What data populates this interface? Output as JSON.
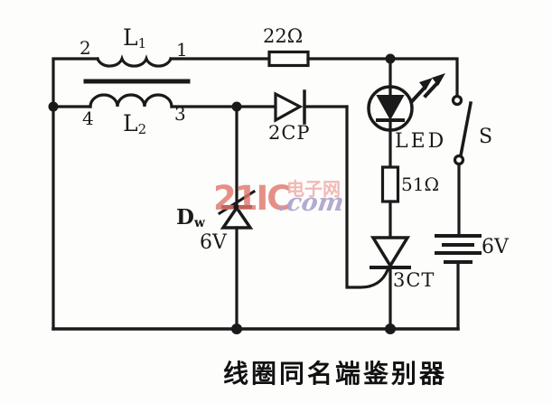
{
  "caption": "线圈同名端鉴别器",
  "ink_color": "#1a1a1a",
  "background": "#fdfdfb",
  "transformer": {
    "primary_label": {
      "base": "L",
      "sub": "1"
    },
    "secondary_label": {
      "base": "L",
      "sub": "2"
    },
    "terminal_top_left": "2",
    "terminal_top_right": "1",
    "terminal_bottom_left": "4",
    "terminal_bottom_right": "3"
  },
  "components": {
    "series_resistor_label": "22Ω",
    "diode_label": "2CP",
    "led_label": "LED",
    "led_resistor_label": "51Ω",
    "switch_label": "S",
    "battery_label": "6V",
    "thyristor_label": "3CT",
    "zener_label": {
      "base": "D",
      "sub": "w"
    },
    "zener_voltage": "6V"
  },
  "watermark": {
    "brand": "21IC",
    "site": "电子网",
    "domain": ".com",
    "brand_color": "#e0796e",
    "site_color": "#efaeaa",
    "domain_color": "#aba2ce"
  }
}
